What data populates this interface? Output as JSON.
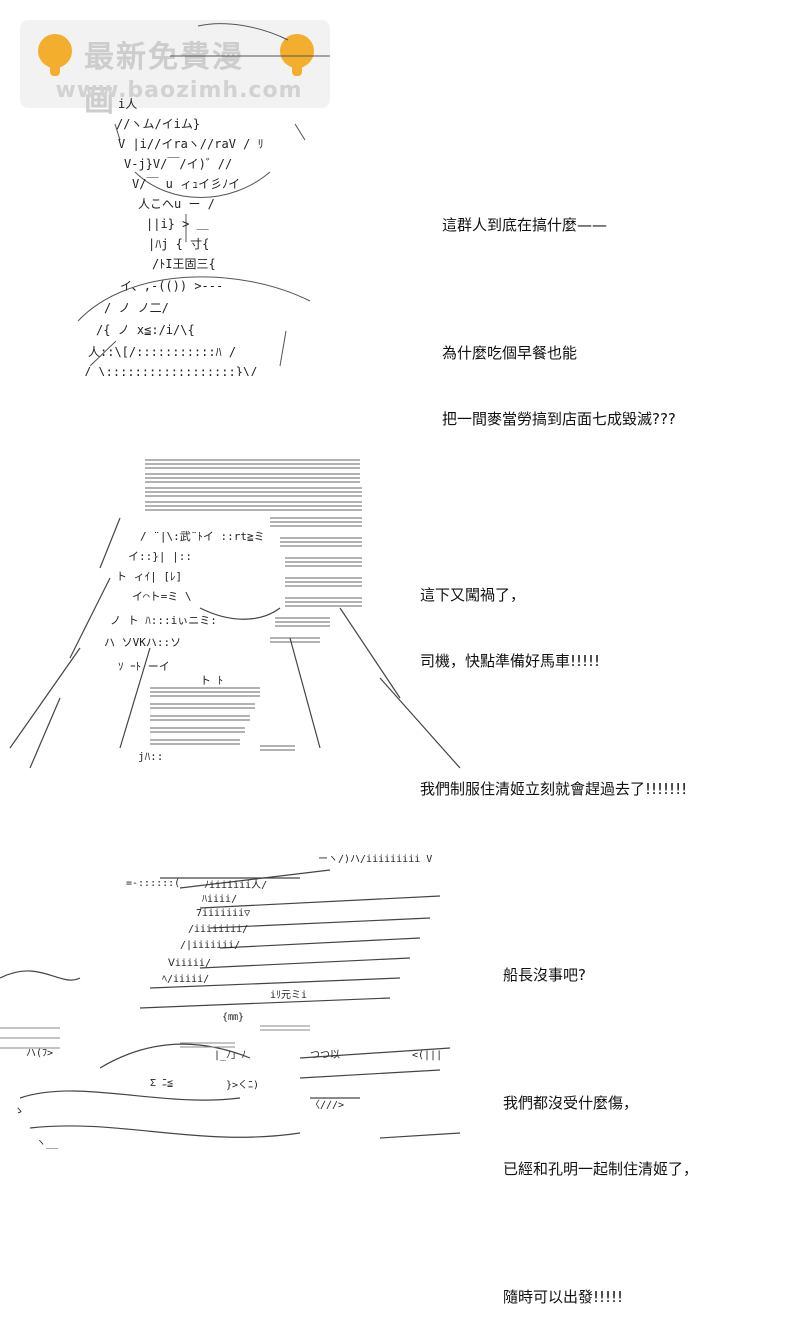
{
  "watermark": {
    "title": "最新免費漫画",
    "url": "www.baozimh.com"
  },
  "panels": [
    {
      "name": "panel-1",
      "paragraphs": [
        [
          "這群人到底在搞什麼——"
        ],
        [
          "為什麼吃個早餐也能",
          "把一間麥當勞搞到店面七成毀滅???"
        ]
      ]
    },
    {
      "name": "panel-2",
      "paragraphs": [
        [
          "這下又闖禍了，",
          "司機，快點準備好馬車!!!!!"
        ],
        [
          "我們制服住清姬立刻就會趕過去了!!!!!!!"
        ]
      ]
    },
    {
      "name": "panel-3",
      "paragraphs": [
        [
          "船長沒事吧?"
        ],
        [
          "我們都沒受什麼傷，",
          "已經和孔明一起制住清姬了，"
        ],
        [
          "隨時可以出發!!!!!"
        ]
      ]
    }
  ],
  "art_fragments": {
    "fig1": [
      "i人",
      "//ヽム/イiム}",
      "V |i//イraヽ//raV / ﾘ",
      "V-j}V/￣/イ)゛//",
      "V/￣ u ィｭイ彡ﾉイ",
      "人こへu ー /",
      "||i} > ＿",
      "|ﾊj { 寸{",
      "/ﾄI王固三{",
      "イ、,-(()) >---",
      "/ ノ ノ二/",
      "/{ ノ x≦:/i/\\{",
      "人::\\[/:::::::::::ﾊ /",
      "/ \\::::::::::::::::::}\\/"
    ],
    "fig2": [
      "/ ¨|\\:武¨ﾄイ ::rt≧ミ",
      "イ::}| |::",
      "ト ィｲ| [ﾚ]",
      "イ⌒ト=ミ \\",
      "ノ ト ﾊ:::iぃニミ:",
      "ハ ソVKハ::ソ",
      "ｿ ｰﾄ ーイ",
      "ト ﾄ",
      "jﾊ::"
    ],
    "fig3": [
      "ーヽ/)ハ/iiiiiiiii V",
      "=-::::::(",
      "ﾉiiiiiii人/ ",
      "ﾊiiii/ ",
      "7iiiiiii▽",
      "/iiiiiiii/",
      "/|iiiiiii/",
      "Ⅴiiiii/",
      "ﾍ/iiiii/",
      "iﾘ元ミi",
      "{㎜}",
      "|_ﾉ」ﾉ",
      "つつ以",
      "<(|||",
      "ハ(ﾌ>",
      "Σ ﾆ≦",
      "}>くﾆ)",
      "〈///>",
      "ゝ",
      "ヽ__"
    ]
  }
}
